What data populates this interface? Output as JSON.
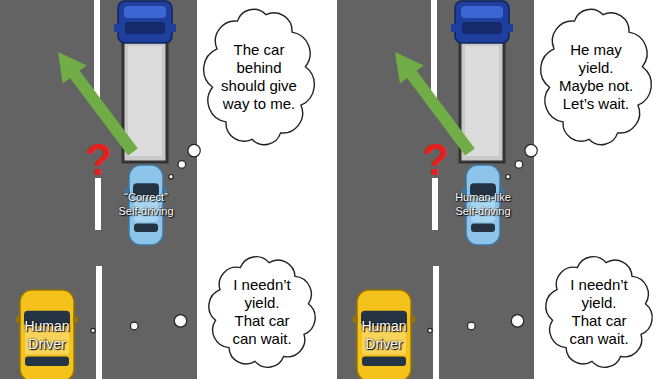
{
  "diagram": {
    "nodes": [
      {
        "text": [
          "The car behind should give way to me."
        ]
      },
      {
        "text": [
          "“Correct” Self-driving"
        ]
      },
      {
        "text": [
          "I needn’t yield. That car can wait."
        ]
      },
      {
        "text": [
          "Human Driver"
        ]
      },
      {
        "text": [
          "He may yield. Maybe not. Let’s wait."
        ]
      },
      {
        "text": [
          "Human-like Self-driving"
        ]
      },
      {
        "text": [
          "I needn’t yield. That car can wait."
        ]
      },
      {
        "text": [
          "Human Driver"
        ]
      }
    ],
    "edges": [
      {
        "from": 1,
        "to": 0,
        "arrow": "none"
      },
      {
        "from": 3,
        "to": 2,
        "arrow": "none"
      },
      {
        "from": 5,
        "to": 4,
        "arrow": "none"
      },
      {
        "from": 7,
        "to": 6,
        "arrow": "none"
      }
    ],
    "labels": [
      "?",
      "?"
    ]
  }
}
